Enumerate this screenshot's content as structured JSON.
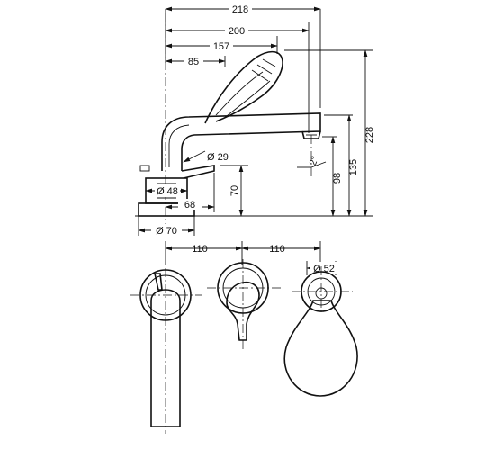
{
  "diagram": {
    "top_dims": {
      "d218": "218",
      "d200": "200",
      "d157": "157",
      "d85": "85"
    },
    "right_dims": {
      "d228": "228",
      "d135": "135",
      "d98": "98",
      "angle": "2°"
    },
    "side_dims": {
      "d29": "Ø 29",
      "d48": "Ø 48",
      "d68": "68",
      "d70h": "70",
      "d70": "Ø 70"
    },
    "bottom_dims": {
      "s1": "110",
      "s2": "110",
      "d52": "Ø 52"
    }
  }
}
